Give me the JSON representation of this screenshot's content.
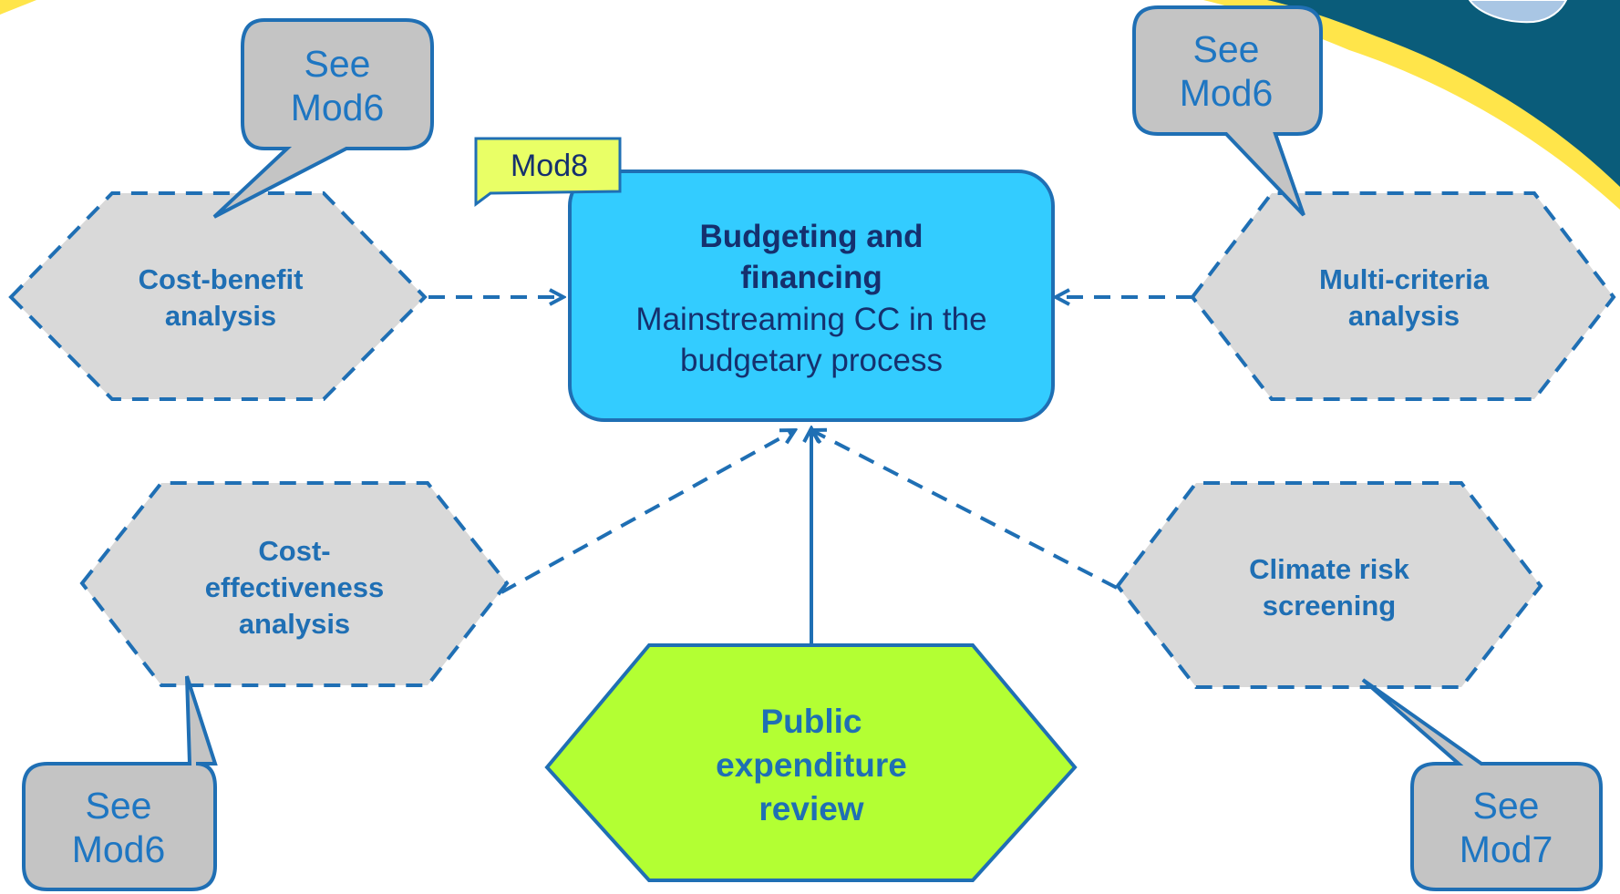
{
  "colors": {
    "stroke": "#1f6fb4",
    "hex_fill": "#d9d9d9",
    "callout_fill": "#c4c4c4",
    "center_fill": "#33ccff",
    "center_stroke": "#1f6fb4",
    "public_fill": "#b3ff33",
    "tag_fill": "#e9ff66",
    "header_teal": "#0a5c7a",
    "header_yellow": "#ffe54a"
  },
  "center": {
    "title": "Budgeting and financing",
    "subtitle": "Mainstreaming CC in the budgetary process",
    "tag": "Mod8"
  },
  "nodes": {
    "cost_benefit": "Cost-benefit analysis",
    "multi_criteria": "Multi-criteria analysis",
    "cost_effectiveness": "Cost-effectiveness analysis",
    "climate_risk": "Climate risk screening",
    "public_expenditure": "Public expenditure review"
  },
  "callouts": {
    "top_left": "See Mod6",
    "top_right": "See Mod6",
    "bottom_left": "See Mod6",
    "bottom_right": "See Mod7"
  }
}
